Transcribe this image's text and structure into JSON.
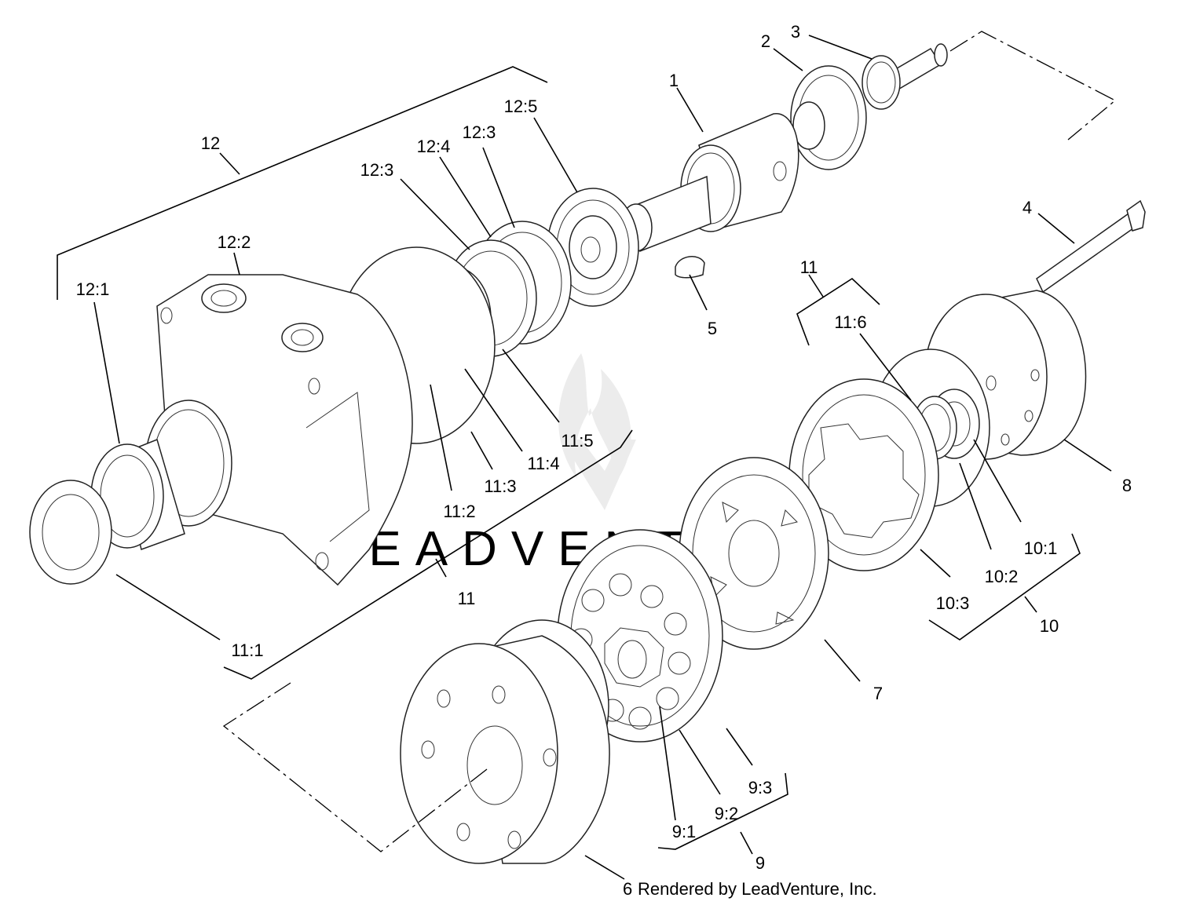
{
  "watermark": "LEADVENTURE",
  "credit": {
    "lead_number": "6",
    "text": "Rendered by LeadVenture, Inc."
  },
  "callouts": {
    "c1": "1",
    "c2": "2",
    "c3": "3",
    "c4": "4",
    "c5": "5",
    "c7": "7",
    "c8": "8",
    "c9": "9",
    "c10": "10",
    "c11_top": "11",
    "c11_mid": "11",
    "c12": "12",
    "c12_1": "12:1",
    "c12_2": "12:2",
    "c12_3a": "12:3",
    "c12_3b": "12:3",
    "c12_4": "12:4",
    "c12_5": "12:5",
    "c11_1": "11:1",
    "c11_2": "11:2",
    "c11_3": "11:3",
    "c11_4": "11:4",
    "c11_5": "11:5",
    "c11_6": "11:6",
    "c10_1": "10:1",
    "c10_2": "10:2",
    "c10_3": "10:3",
    "c9_1": "9:1",
    "c9_2": "9:2",
    "c9_3": "9:3"
  },
  "colors": {
    "line": "#000000",
    "background": "#ffffff",
    "watermark": "#e8e8e8"
  },
  "icons": [
    "flame-watermark-icon"
  ]
}
